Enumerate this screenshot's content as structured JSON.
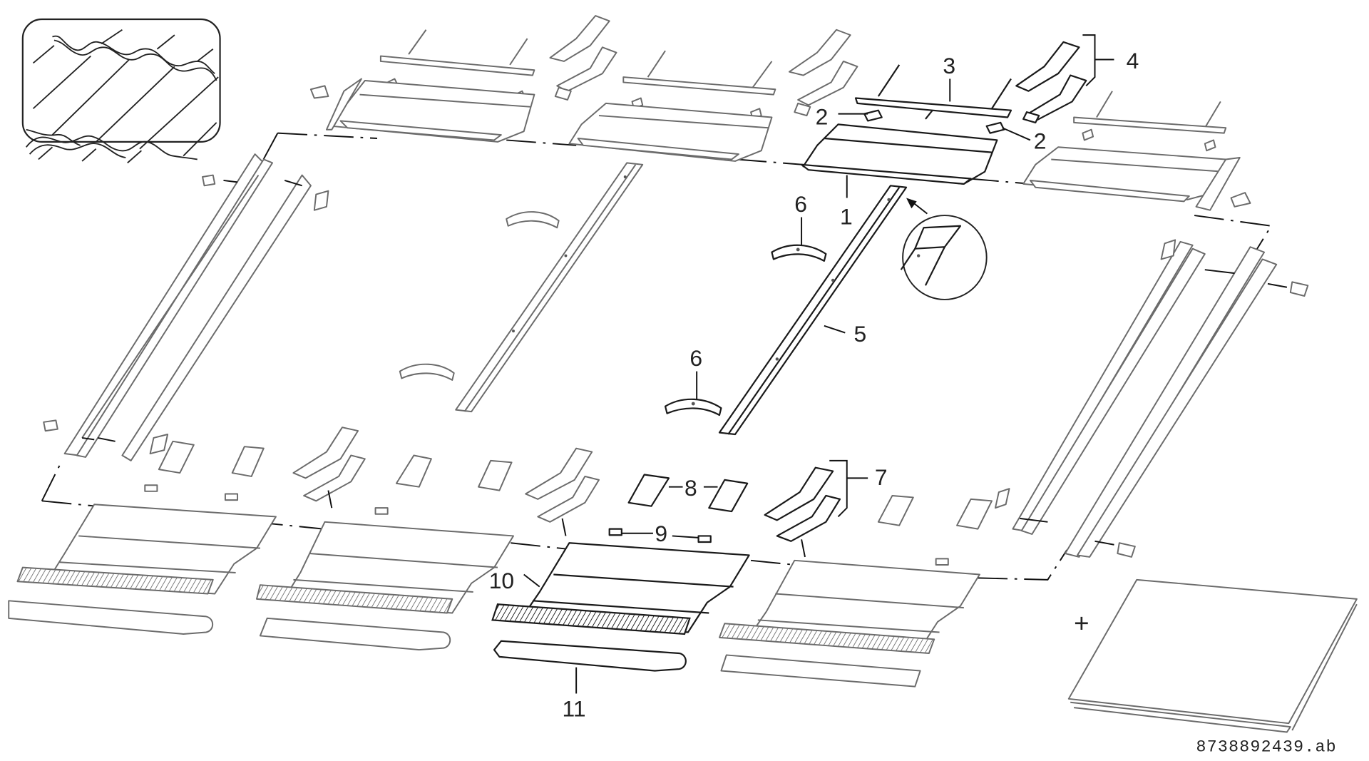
{
  "diagram": {
    "title": "Exploded assembly view – in-roof solar collector mounting kit (tiled roof)",
    "drawing_number": "8738892439.ab",
    "inset_detail": "roof-tile-profile",
    "plus_symbol": "+",
    "callouts": [
      {
        "id": "1",
        "label": "1",
        "part": "top flashing (center)"
      },
      {
        "id": "2a",
        "label": "2",
        "part": "clip (left)"
      },
      {
        "id": "2b",
        "label": "2",
        "part": "clip (right)"
      },
      {
        "id": "3",
        "label": "3",
        "part": "top cover strip with hooks"
      },
      {
        "id": "4",
        "label": "4",
        "part": "top bracket set"
      },
      {
        "id": "5",
        "label": "5",
        "part": "center mounting rail"
      },
      {
        "id": "6a",
        "label": "6",
        "part": "holding clamp (upper)"
      },
      {
        "id": "6b",
        "label": "6",
        "part": "holding clamp (lower)"
      },
      {
        "id": "7",
        "label": "7",
        "part": "bottom bracket set"
      },
      {
        "id": "8",
        "label": "8",
        "part": "support plates"
      },
      {
        "id": "9",
        "label": "9",
        "part": "plugs"
      },
      {
        "id": "10",
        "label": "10",
        "part": "bottom flashing apron"
      },
      {
        "id": "11",
        "label": "11",
        "part": "bottom cover strip"
      }
    ]
  }
}
